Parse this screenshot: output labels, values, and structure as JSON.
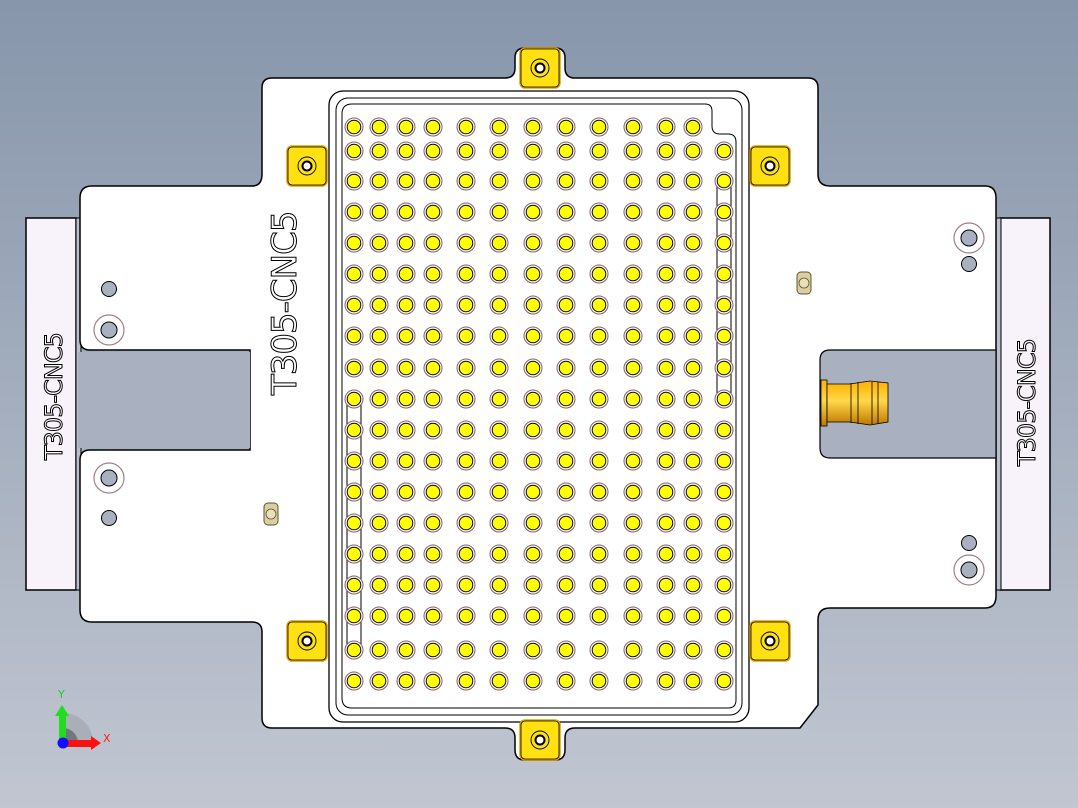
{
  "viewport": {
    "background_top": "#8796ab",
    "background_bottom": "#c1c6d1"
  },
  "part": {
    "engraving_text": "T305-CNC5",
    "plate_color": "#ffffff",
    "outline_color": "#000000",
    "edge_color": "#d8b8c0",
    "locator_pad_color": "#ffe010",
    "locator_pad_edge": "#e0a000",
    "probe_color": "#ffff00",
    "fitting_color": "#f0b000"
  },
  "side_blocks": {
    "left_label": "T305-CNC5",
    "right_label": "T305-CNC5",
    "fill": "#f8f2fb"
  },
  "center_label": "T305-CNC5",
  "grid": {
    "columns_x": [
      354,
      379,
      406,
      433,
      466,
      499,
      533,
      566,
      599,
      633,
      666,
      693,
      724
    ],
    "rows_y": [
      127,
      151,
      181,
      212,
      243,
      274,
      305,
      336,
      368,
      399,
      430,
      461,
      492,
      523,
      554,
      585,
      616,
      650,
      681
    ]
  },
  "triad": {
    "x_label": "X",
    "y_label": "Y",
    "x_color": "#ff0000",
    "y_color": "#00cc00",
    "z_color": "#0000ff"
  }
}
